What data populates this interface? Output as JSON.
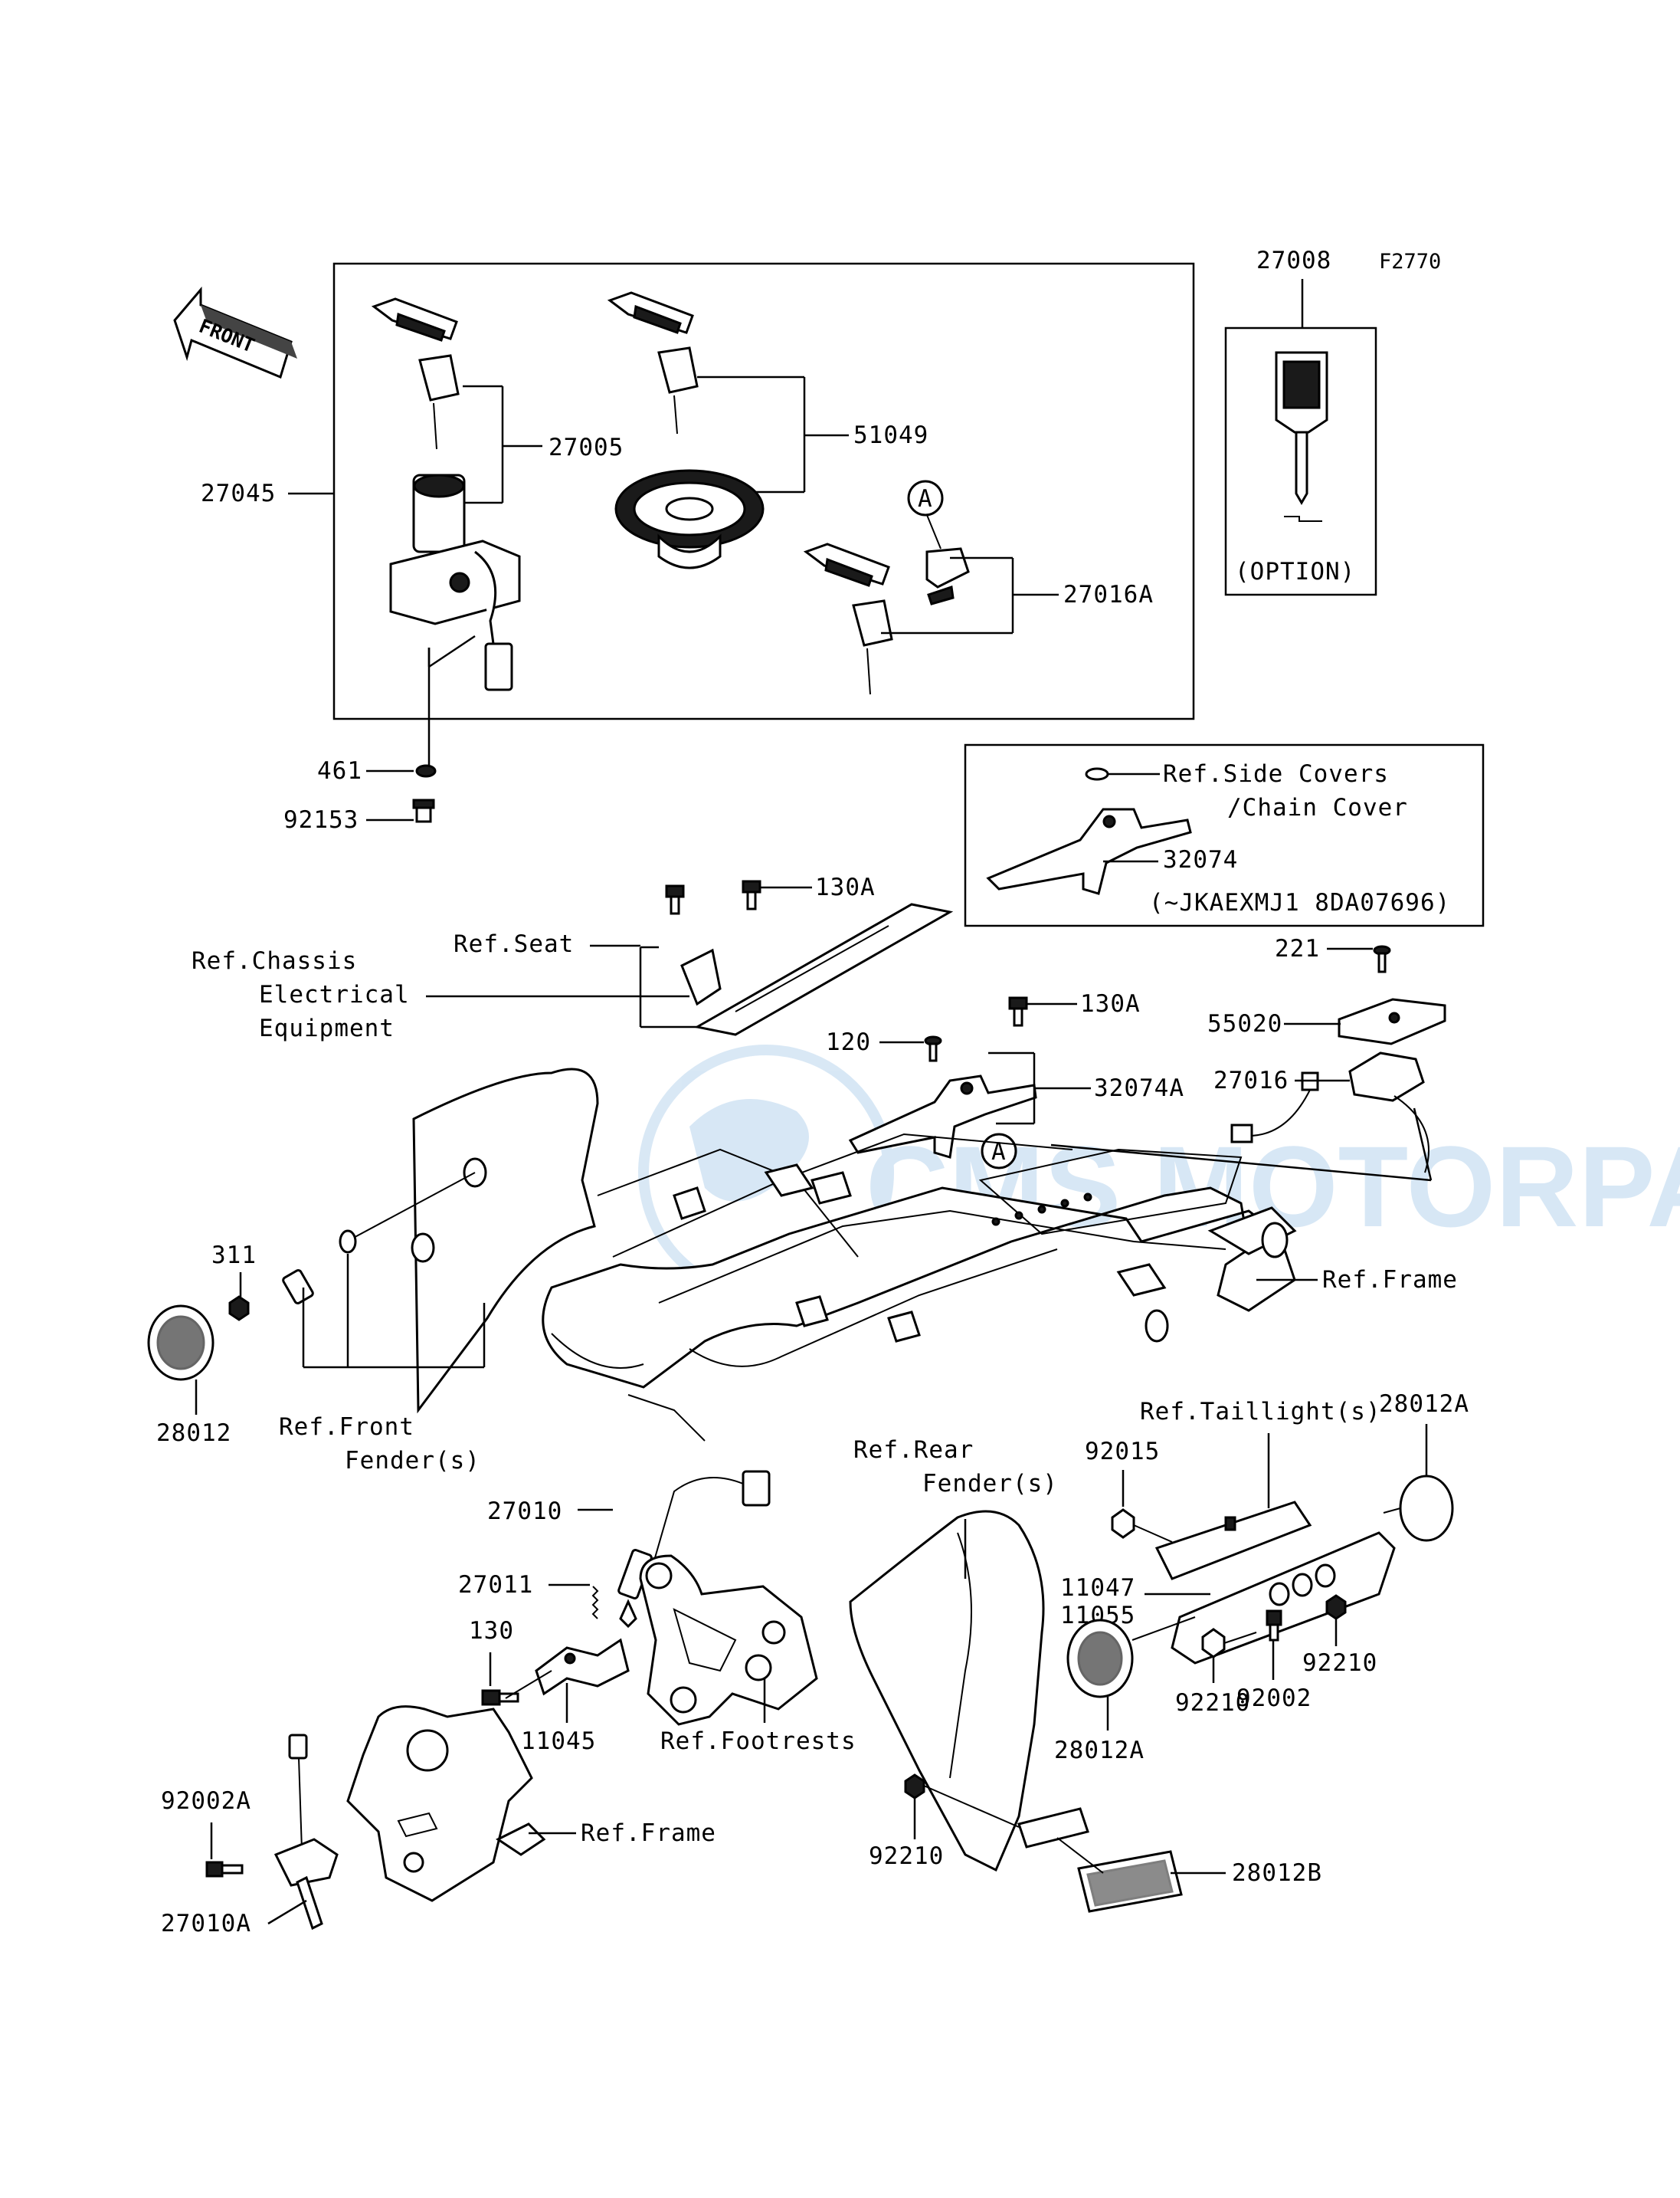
{
  "figure_code": "F2770",
  "front_arrow_text": "FRONT",
  "watermark": "CMS MOTORPARTS",
  "labels": {
    "p27008": "27008",
    "p27045": "27045",
    "p27005": "27005",
    "p51049": "51049",
    "p27016A": "27016A",
    "p461": "461",
    "p92153": "92153",
    "option": "(OPTION)",
    "ref_side_covers": "Ref.Side Covers",
    "chain_cover": "/Chain Cover",
    "p32074": "32074",
    "serial_note": "(~JKAEXMJ1 8DA07696)",
    "p130A_1": "130A",
    "ref_seat": "Ref.Seat",
    "ref_chassis_1": "Ref.Chassis",
    "ref_chassis_2": "Electrical",
    "ref_chassis_3": "Equipment",
    "p221": "221",
    "p130A_2": "130A",
    "p55020": "55020",
    "p120": "120",
    "p32074A": "32074A",
    "p27016": "27016",
    "ref_frame_1": "Ref.Frame",
    "p311": "311",
    "p28012": "28012",
    "ref_front_1": "Ref.Front",
    "ref_front_2": "Fender(s)",
    "p28012A_1": "28012A",
    "ref_taillight": "Ref.Taillight(s)",
    "p92015": "92015",
    "ref_rear_1": "Ref.Rear",
    "ref_rear_2": "Fender(s)",
    "p27010": "27010",
    "p27011": "27011",
    "p130": "130",
    "p11045": "11045",
    "ref_footrests": "Ref.Footrests",
    "p11047": "11047",
    "p11055": "11055",
    "p92210_1": "92210",
    "p92002": "92002",
    "p92210_2": "92210",
    "p28012A_2": "28012A",
    "p92002A": "92002A",
    "ref_frame_2": "Ref.Frame",
    "p27010A": "27010A",
    "p92210_3": "92210",
    "p28012B": "28012B",
    "callout_a": "A"
  }
}
